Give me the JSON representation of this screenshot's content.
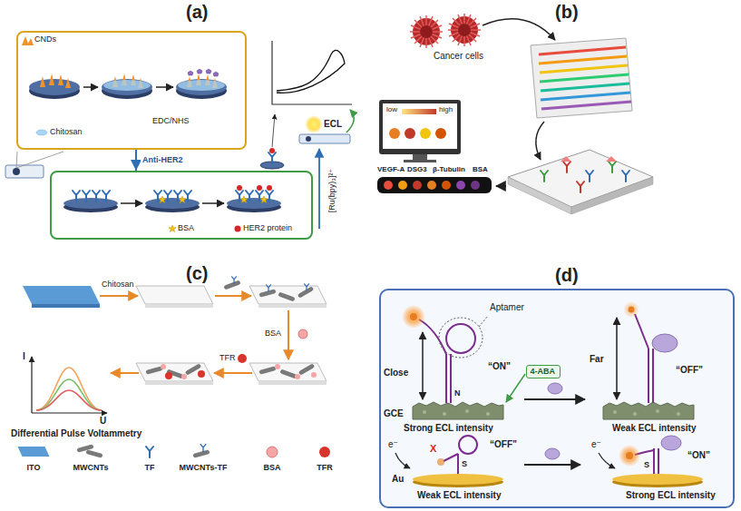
{
  "diagram": {
    "nodes": [
      {
        "text": [
          "CNDs",
          "Chitosan",
          "EDC/NHS"
        ]
      },
      {
        "text": [
          "BSA",
          "HER2 protein"
        ]
      },
      {
        "text": [
          "Aptamer",
          "“ON”",
          "Close",
          "GCE",
          "N",
          "Strong ECL intensity",
          "Far",
          "“OFF”",
          "Weak ECL intensity",
          "e⁻",
          "X",
          "“OFF”",
          "S",
          "Au",
          "Weak ECL intensity",
          "e⁻",
          "S",
          "“ON”",
          "Strong ECL intensity"
        ]
      },
      {
        "text": [
          "4-ABA"
        ],
        "in": 2
      }
    ],
    "edges": [
      {
        "from": 0,
        "to": 1,
        "arrow": "to",
        "label": "Anti-HER2"
      }
    ],
    "labels": [
      "(a)",
      "[Ru(bpy)₃]²⁺",
      "ECL",
      "(b)",
      "Cancer cells",
      "low",
      "high",
      "VEGF-A",
      "DSG3",
      "β-Tubulin",
      "BSA",
      "(c)",
      "Chitosan",
      "BSA",
      "TFR",
      "I",
      "U",
      "Differential Pulse Voltammetry",
      "(d)"
    ],
    "legend": [
      {
        "text": "ITO",
        "color": "#5b9bd5"
      },
      {
        "text": "MWCNTs"
      },
      {
        "text": "TF"
      },
      {
        "text": "MWCNTs-TF"
      },
      {
        "text": "BSA"
      },
      {
        "text": "TFR"
      }
    ]
  }
}
